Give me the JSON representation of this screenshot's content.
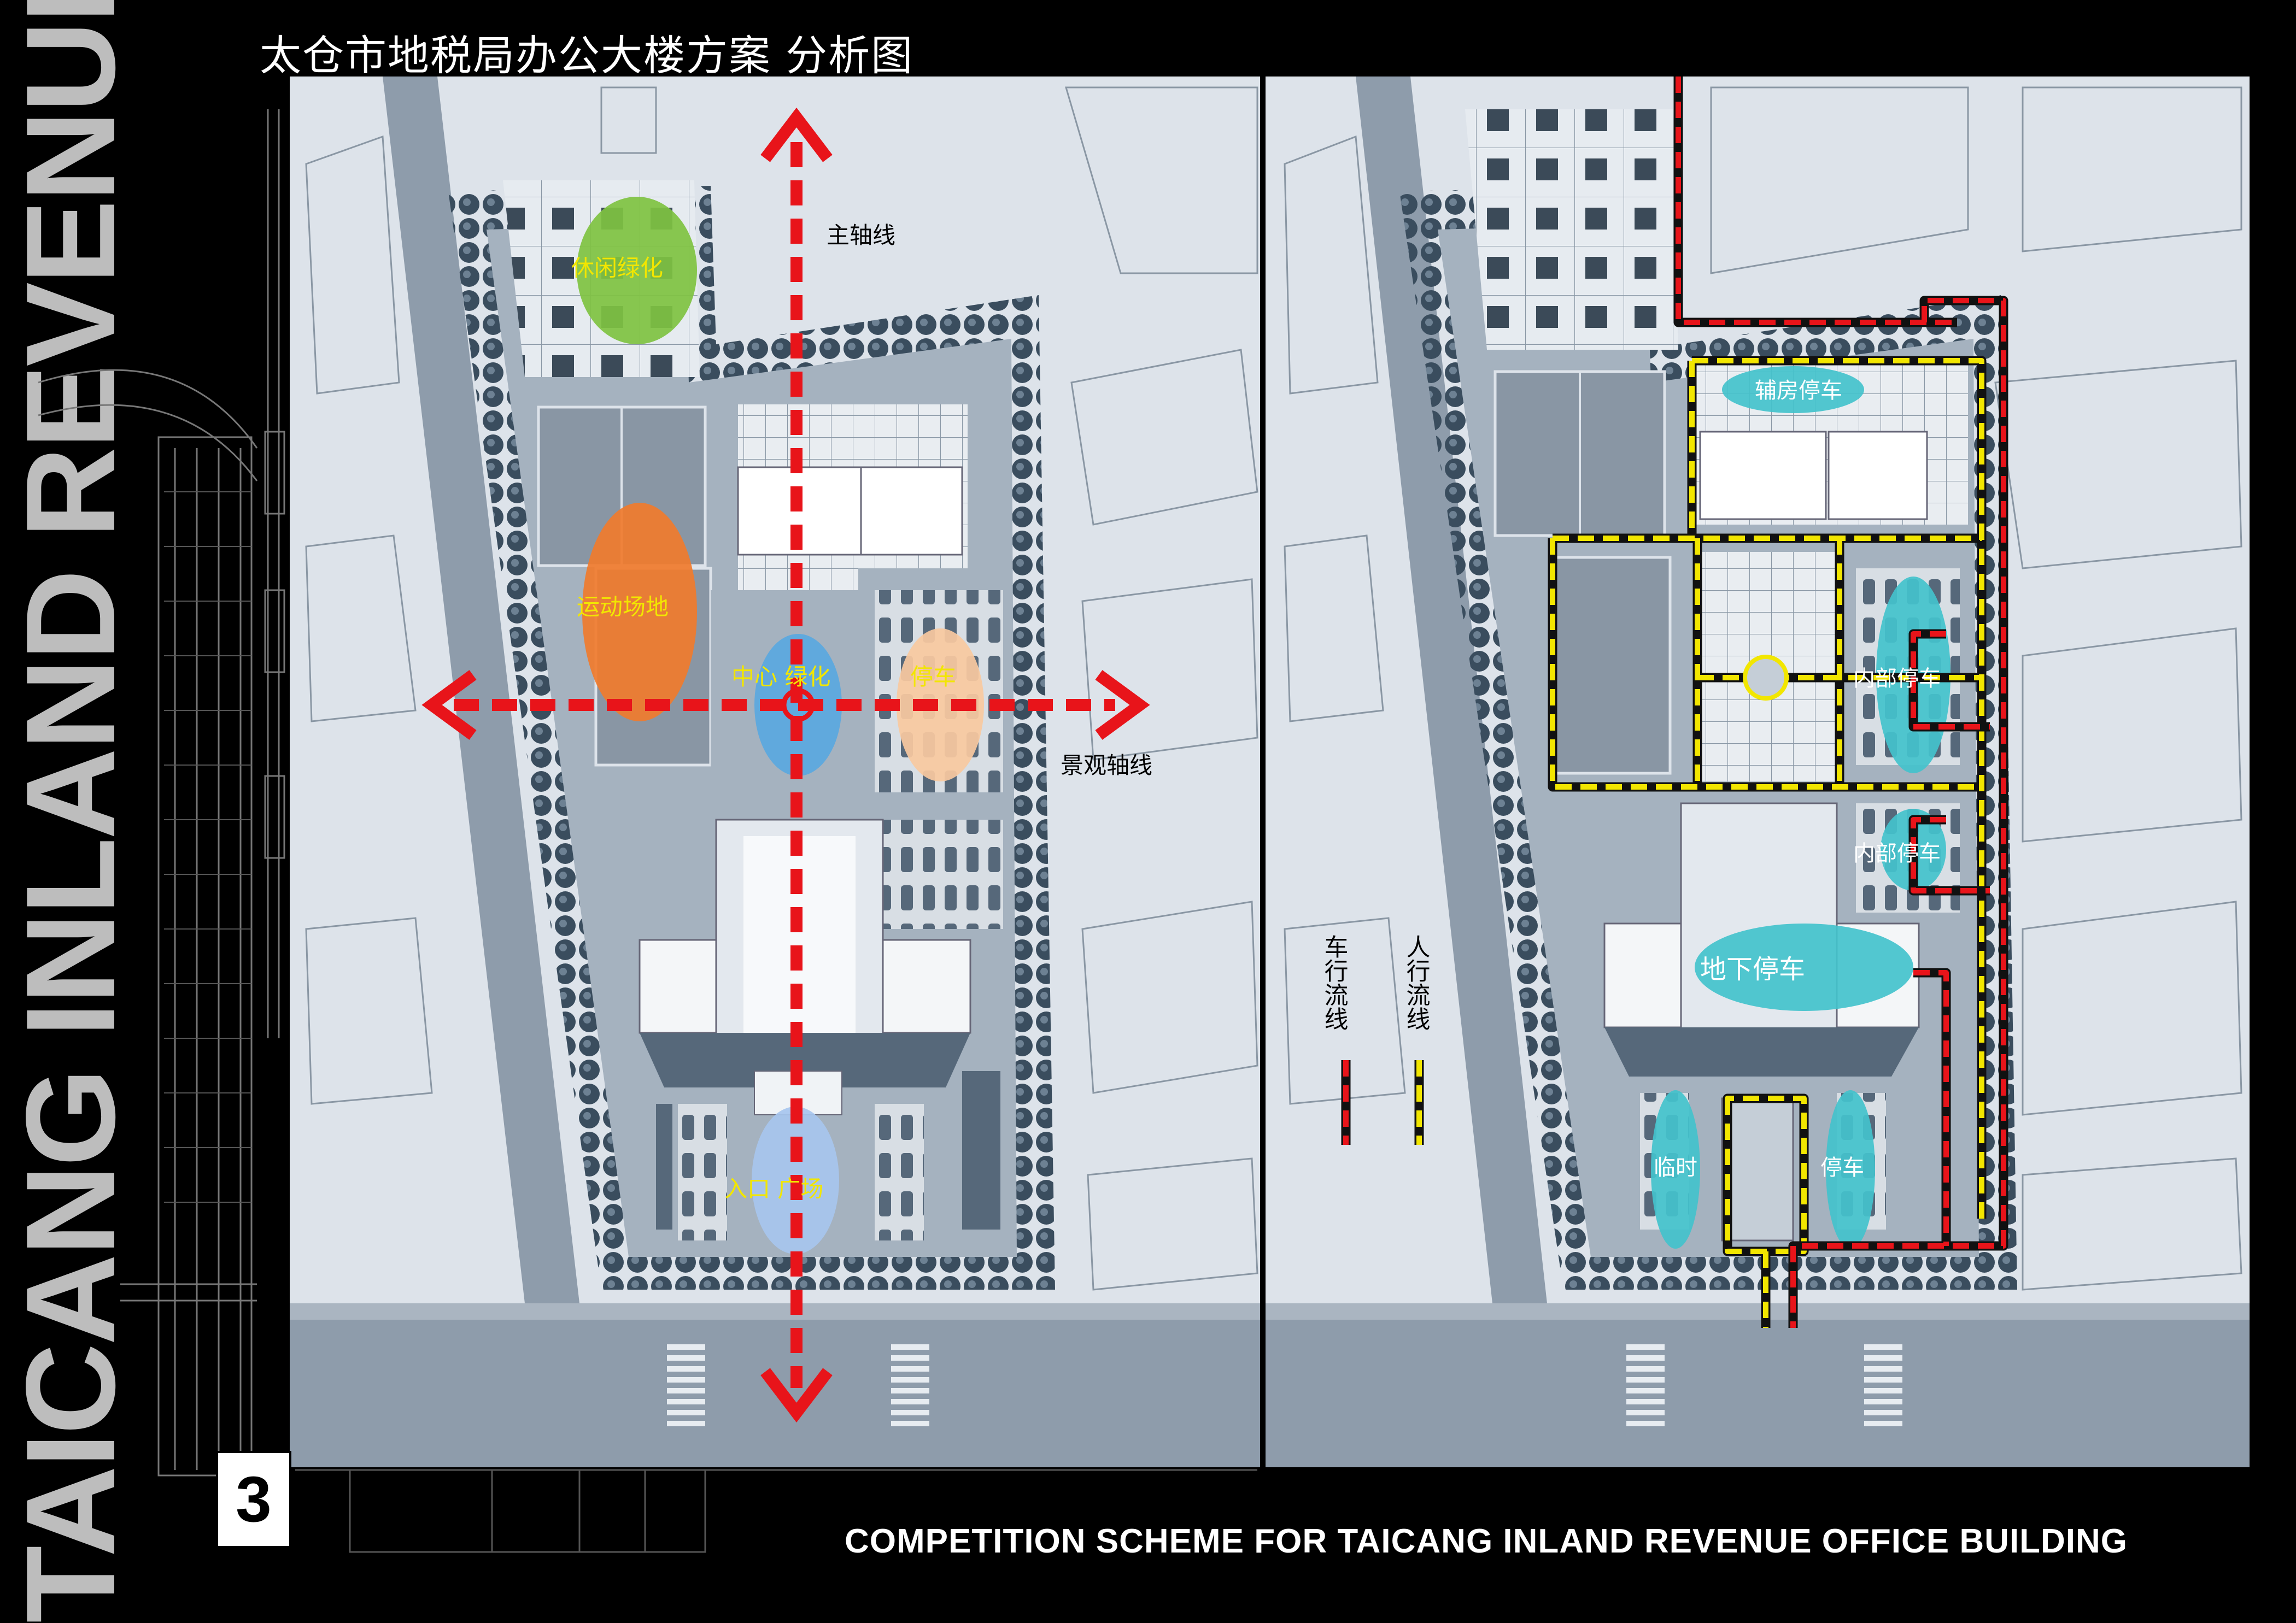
{
  "title": "太仓市地税局办公大楼方案  分析图",
  "vertical_title": "TAICANG INLAND REVENUE OFFICE BUILDING",
  "footer": "COMPETITION SCHEME FOR TAICANG INLAND REVENUE  OFFICE BUILDING",
  "page_number": "3",
  "left_plan": {
    "axis_main": "主轴线",
    "axis_landscape": "景观轴线",
    "zones": {
      "leisure": "休闲绿化",
      "sports": "运动场地",
      "center_green": "中心  绿化",
      "parking": "停车",
      "entrance": "入口  广场"
    },
    "colors": {
      "leisure": "#7fc241",
      "sports": "#f07b2c",
      "center_green": "#5aa8e0",
      "parking": "#f8c9a0",
      "entrance": "#a7c6ee",
      "axis": "#e8141a",
      "label_yellow": "#f2e600"
    }
  },
  "right_plan": {
    "zones": {
      "aux_parking": "辅房停车",
      "internal_parking_1": "内部停车",
      "internal_parking_2": "内部停车",
      "underground_parking": "地下停车",
      "temp": "临时",
      "parking": "停车"
    },
    "legend": {
      "vehicle_flow": "车行流线",
      "pedestrian_flow": "人行流线"
    },
    "colors": {
      "vehicle": "#e8141a",
      "pedestrian": "#f2e600",
      "zone": "#43c2cc"
    }
  }
}
